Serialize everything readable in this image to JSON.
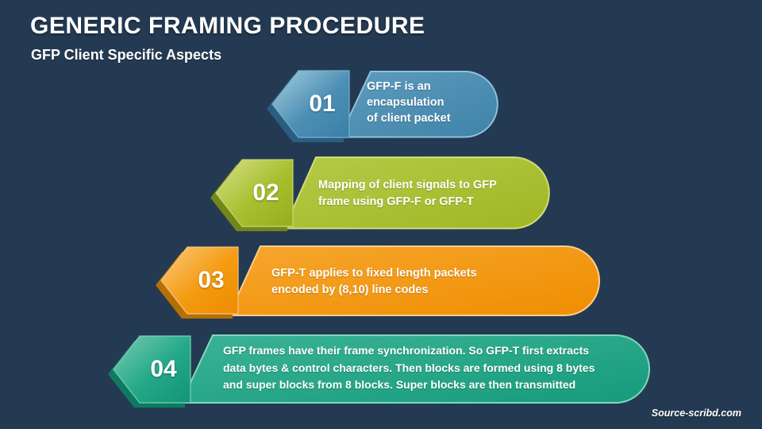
{
  "slide": {
    "title": "GENERIC FRAMING PROCEDURE",
    "subtitle": "GFP Client Specific Aspects",
    "source": "Source-scribd.com",
    "background_color": "#243a52",
    "text_color": "#ffffff"
  },
  "items": [
    {
      "number": "01",
      "color": "#4587ae",
      "border_color": "#8cc2da",
      "lines": [
        "GFP-F is an",
        "encapsulation",
        "of client packet"
      ]
    },
    {
      "number": "02",
      "color": "#a6bd2b",
      "border_color": "#cfdd7a",
      "lines": [
        "Mapping of client signals to GFP",
        "frame using GFP-F or GFP-T"
      ]
    },
    {
      "number": "03",
      "color": "#f49302",
      "border_color": "#f8cf92",
      "lines": [
        "GFP-T applies to fixed length packets",
        "encoded by (8,10) line codes"
      ]
    },
    {
      "number": "04",
      "color": "#1fa484",
      "border_color": "#83d7bf",
      "lines": [
        "GFP frames have their frame synchronization. So GFP-T first extracts",
        "data bytes & control characters. Then blocks are formed using 8 bytes",
        "and super blocks from 8 blocks. Super blocks are then transmitted"
      ]
    }
  ]
}
